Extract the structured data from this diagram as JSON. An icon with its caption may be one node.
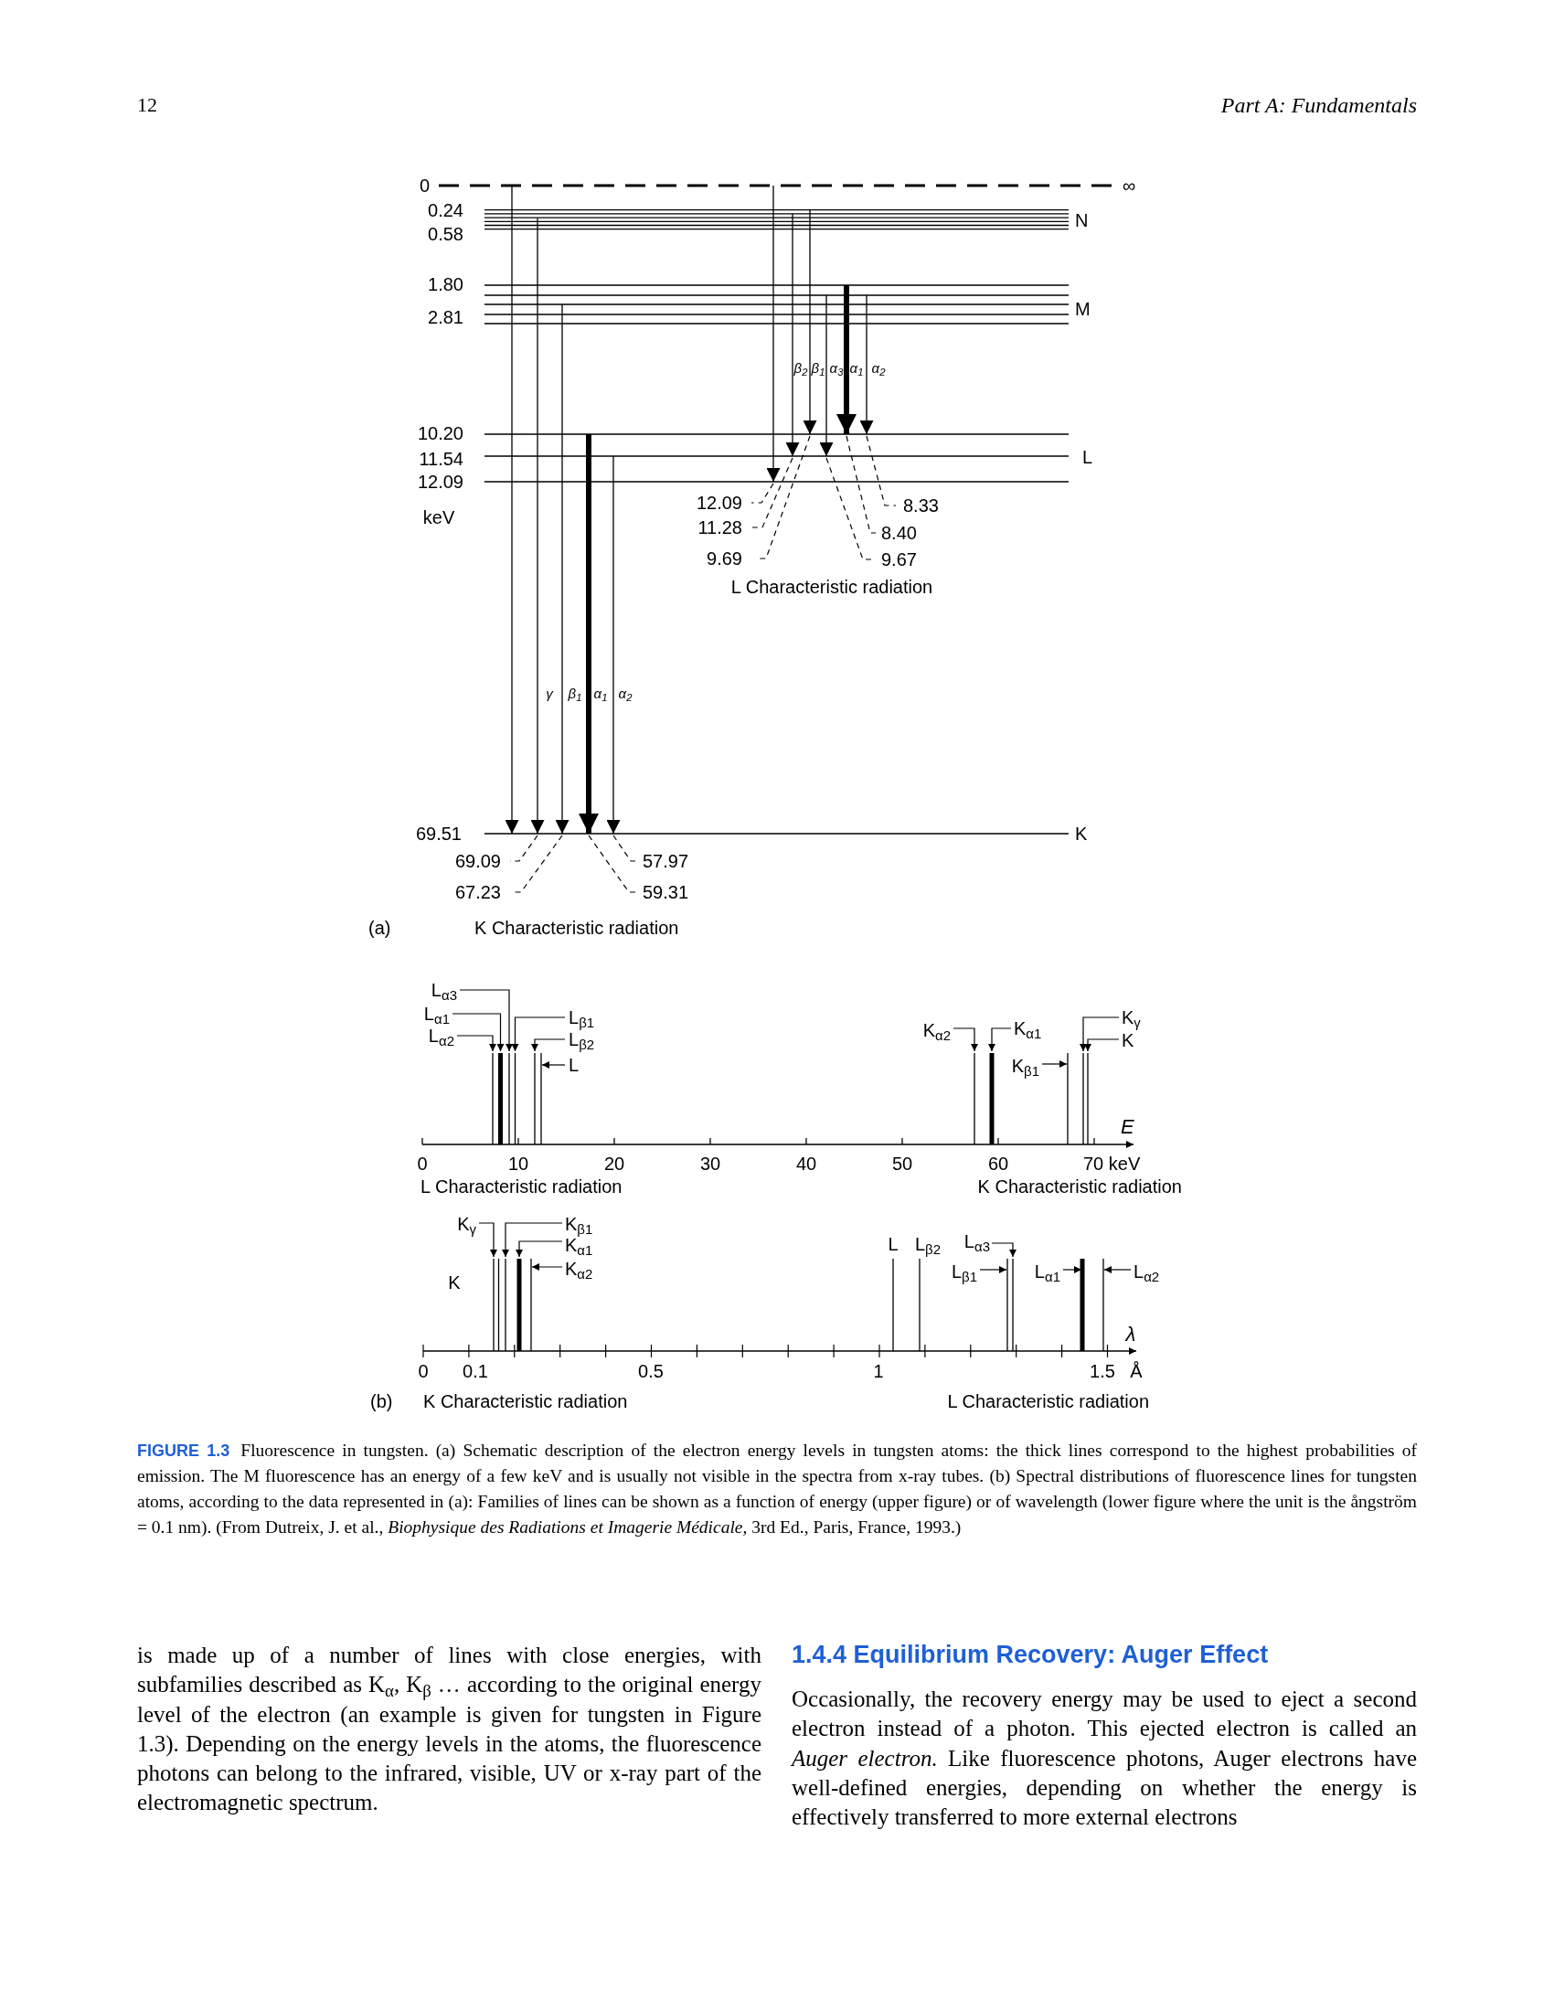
{
  "diagram": {
    "labels": [
      "12",
      "Part A: Fundamentals",
      "0",
      "∞",
      "0.24",
      "N",
      "0.58",
      "1.80",
      "M",
      "2.81",
      "β$_{2}$",
      "β$_{1}$",
      "α$_{3}$",
      "α$_{1}$",
      "α$_{2}$",
      "10.20",
      "11.54",
      "L",
      "12.09",
      "keV",
      "12.09",
      "8.33",
      "11.28",
      "8.40",
      "9.69",
      "9.67",
      "L Characteristic radiation",
      "γ",
      "β$_{1}$",
      "α$_{1}$",
      "α$_{2}$",
      "69.51",
      "K",
      "69.09",
      "57.97",
      "67.23",
      "59.31",
      "(a)",
      "K Characteristic radiation",
      "L$_{α3}$",
      "L$_{α1}$",
      "L$_{β1}$",
      "L$_{α2}$",
      "L$_{β2}$",
      "L",
      "K$_{α2}$",
      "K$_{α1}$",
      "K$_{γ}$",
      "K",
      "K$_{β1}$",
      "E",
      "0",
      "10",
      "20",
      "30",
      "40",
      "50",
      "60",
      "70 keV",
      "L Characteristic radiation",
      "K Characteristic radiation",
      "K$_{γ}$",
      "K$_{β1}$",
      "K$_{α1}$",
      "K",
      "K$_{α2}$",
      "L",
      "L$_{β2}$",
      "L$_{α3}$",
      "L$_{β1}$",
      "L$_{α1}$",
      "L$_{α2}$",
      "λ",
      "0",
      "0.1",
      "0.5",
      "1",
      "1.5",
      "Å",
      "(b)",
      "K Characteristic radiation",
      "L Characteristic radiation",
      "FIGURE 1.3",
      "Fluorescence in tungsten. (a) Schematic description of the electron energy levels in tungsten atoms: the thick lines correspond to the highest probabilities of emission. The M fluorescence has an energy of a few keV and is usually not visible in the spectra from x-ray tubes. (b) Spectral distributions of fluorescence lines for tungsten atoms, according to the data represented in (a): Families of lines can be shown as a function of energy (upper figure) or of wavelength (lower figure where the unit is the ångström = 0.1 nm). (From Dutreix, J. et al., *Biophysique des Radiations et Imagerie Médicale,* 3rd Ed., Paris, France, 1993.)",
      "is made up of a number of lines with close energies, with subfamilies described as K$_{α}$, K$_{β}$ … according to the original energy level of the electron (an example is given for tungsten in Figure 1.3). Depending on the energy levels in the atoms, the fluorescence photons can belong to the infrared, visible, UV or x-ray part of the electromagnetic spectrum.",
      "1.4.4 Equilibrium Recovery: Auger Effect",
      "Occasionally, the recovery energy may be used to eject a second electron instead of a photon. This ejected electron is called an *Auger electron.* Like fluorescence photons, Auger electrons have well-defined energies, depending on whether the energy is effectively transferred to more external electrons"
    ]
  }
}
